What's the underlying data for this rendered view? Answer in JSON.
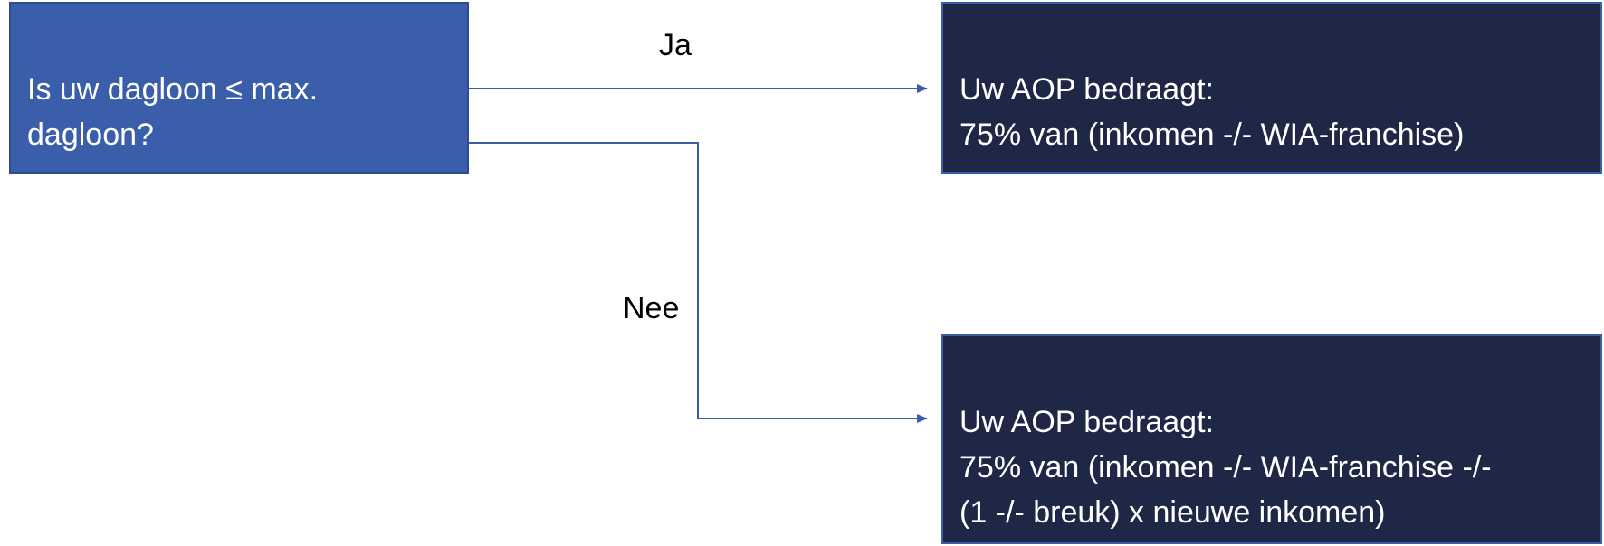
{
  "diagram": {
    "question": "Is uw dagloon ≤ max.\ndagloon?",
    "branch_yes_label": "Ja",
    "branch_no_label": "Nee",
    "result_yes": "Uw AOP bedraagt:\n75% van (inkomen -/- WIA-franchise)",
    "result_no": "Uw AOP bedraagt:\n75% van (inkomen -/- WIA-franchise -/-\n(1 -/- breuk) x nieuwe inkomen)"
  },
  "colors": {
    "question_fill": "#3a5ea9",
    "result_fill": "#1f2747",
    "connector": "#3a5ea9"
  }
}
